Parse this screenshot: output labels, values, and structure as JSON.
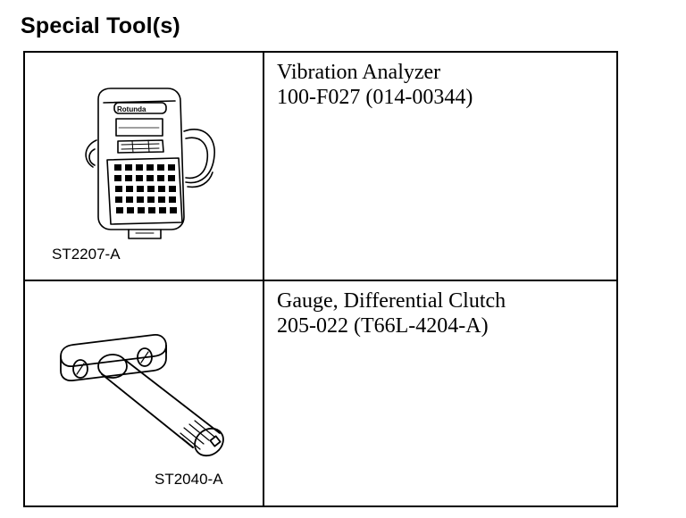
{
  "heading": "Special Tool(s)",
  "tools": [
    {
      "name": "Vibration Analyzer",
      "number": "100-F027 (014-00344)",
      "illustration_code": "ST2207-A",
      "illustration_icon": "vibration-analyzer-icon",
      "device_logo": "Rotunda"
    },
    {
      "name": "Gauge, Differential Clutch",
      "number": "205-022 (T66L-4204-A)",
      "illustration_code": "ST2040-A",
      "illustration_icon": "differential-clutch-gauge-icon"
    }
  ]
}
